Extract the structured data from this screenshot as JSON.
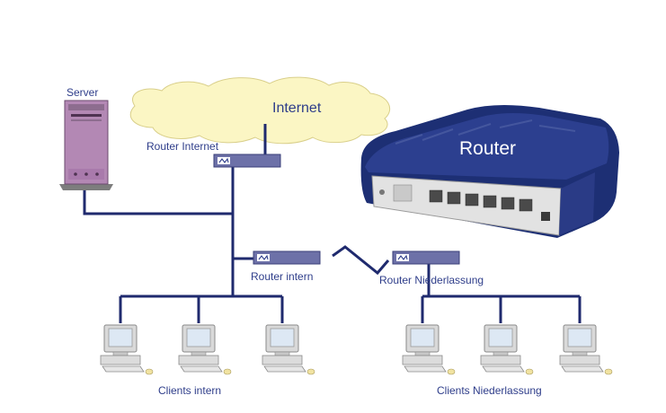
{
  "labels": {
    "server": "Server",
    "internet": "Internet",
    "router_internet": "Router Internet",
    "router_intern": "Router intern",
    "router_niederlassung": "Router Niederlassung",
    "router_photo": "Router",
    "clients_intern": "Clients intern",
    "clients_niederlassung": "Clients Niederlassung"
  },
  "colors": {
    "line": "#1f2a6e",
    "label": "#2e3d8a",
    "cloud": "#fbf6c4",
    "router_box": "#6d71a8",
    "server_body": "#b388b4",
    "router_photo": "#1d2f74"
  },
  "icons": {
    "server": "server-tower-icon",
    "router": "router-box-icon",
    "client": "desktop-computer-icon",
    "cloud": "cloud-shape",
    "wan": "zigzag-wan-link"
  }
}
